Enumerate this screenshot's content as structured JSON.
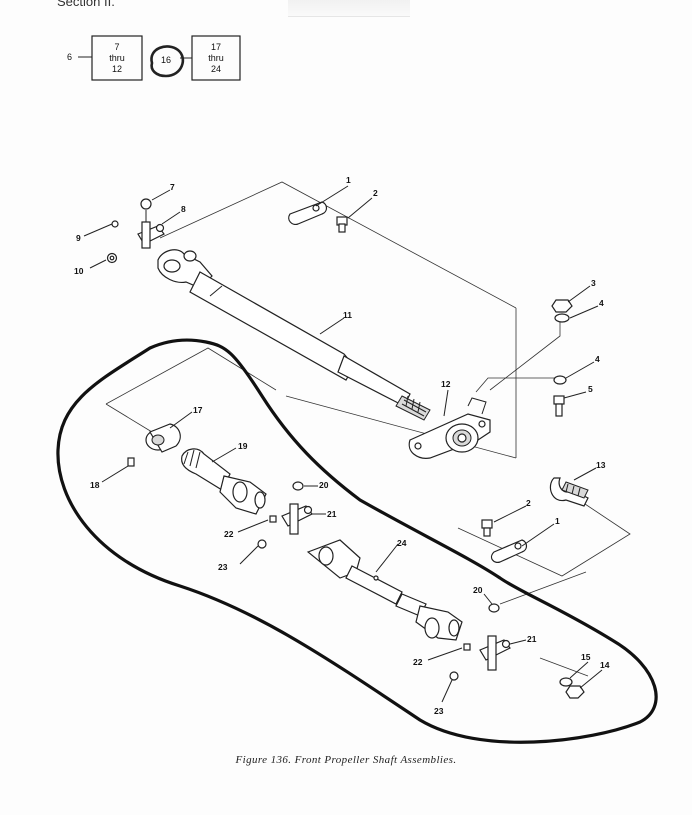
{
  "section_label": "Section II.",
  "index_boxes": {
    "lead_number": "6",
    "box1": [
      "7",
      "thru",
      "12"
    ],
    "circled_number": "16",
    "box2": [
      "17",
      "thru",
      "24"
    ]
  },
  "callouts": {
    "c1a": "1",
    "c2a": "2",
    "c3": "3",
    "c4a": "4",
    "c4b": "4",
    "c5": "5",
    "c7": "7",
    "c8": "8",
    "c9": "9",
    "c10": "10",
    "c11": "11",
    "c12": "12",
    "c13": "13",
    "c2b": "2",
    "c1b": "1",
    "c17": "17",
    "c18": "18",
    "c19": "19",
    "c20a": "20",
    "c21a": "21",
    "c22a": "22",
    "c23a": "23",
    "c24": "24",
    "c20b": "20",
    "c21b": "21",
    "c22b": "22",
    "c23b": "23",
    "c15": "15",
    "c14": "14"
  },
  "caption": "Figure 136.  Front Propeller Shaft Assemblies.",
  "colors": {
    "ink": "#1a1a1a",
    "paper": "#fdfdfd"
  }
}
